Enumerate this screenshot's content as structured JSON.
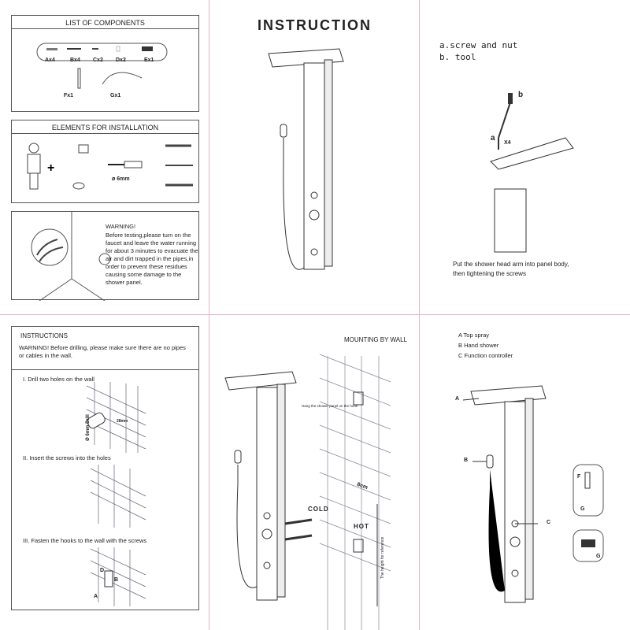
{
  "components": {
    "title": "LIST OF COMPONENTS",
    "items": [
      "Ax4",
      "Bx4",
      "Cx2",
      "Dx2",
      "Ex1",
      "Fx1",
      "Gx1"
    ]
  },
  "elements": {
    "title": "ELEMENTS FOR INSTALLATION",
    "drill_size": "ø 6mm"
  },
  "warning": {
    "title": "WARNING!",
    "lines": [
      "Before testing,please turn on the",
      "faucet and leave the water running",
      "for about 3 minutes to evacuate the",
      "air and dirt trapped in the pipes,in",
      "order to prevent these residues",
      "causing some damage to the",
      "shower panel."
    ]
  },
  "instruction": {
    "title": "INSTRUCTION"
  },
  "assembly": {
    "a": "a.screw and nut",
    "b": "b. tool",
    "label_a": "a",
    "label_b": "b",
    "qty": "X4",
    "caption_lines": [
      "Put the shower head arm into panel body,",
      "then tightening the screws"
    ]
  },
  "instructions": {
    "title": "INSTRUCTIONS",
    "warning_lines": [
      "WARNING!  Before drilling, please make sure there are no pipes",
      "or cables in the wall."
    ],
    "steps": [
      "I. Drill two holes on the wall",
      "II. Insert the screws into the holes",
      "III.  Fasten the hooks to the wall with the screws"
    ],
    "drill_label": "Ø 6mm Drill",
    "spacing": "28mm",
    "hook_labels": [
      "D",
      "B",
      "A"
    ]
  },
  "mounting": {
    "title": "MOUNTING BY WALL",
    "hang": "Hang the shower panel on the hook",
    "spacing": "8cm",
    "cold": "COLD",
    "hot": "HOT",
    "height_ref": "The height for reference"
  },
  "parts": {
    "legend": [
      "A    Top spray",
      "B    Hand shower",
      "C    Function controller"
    ],
    "labels": [
      "A",
      "B",
      "C",
      "F",
      "G",
      "G"
    ]
  }
}
